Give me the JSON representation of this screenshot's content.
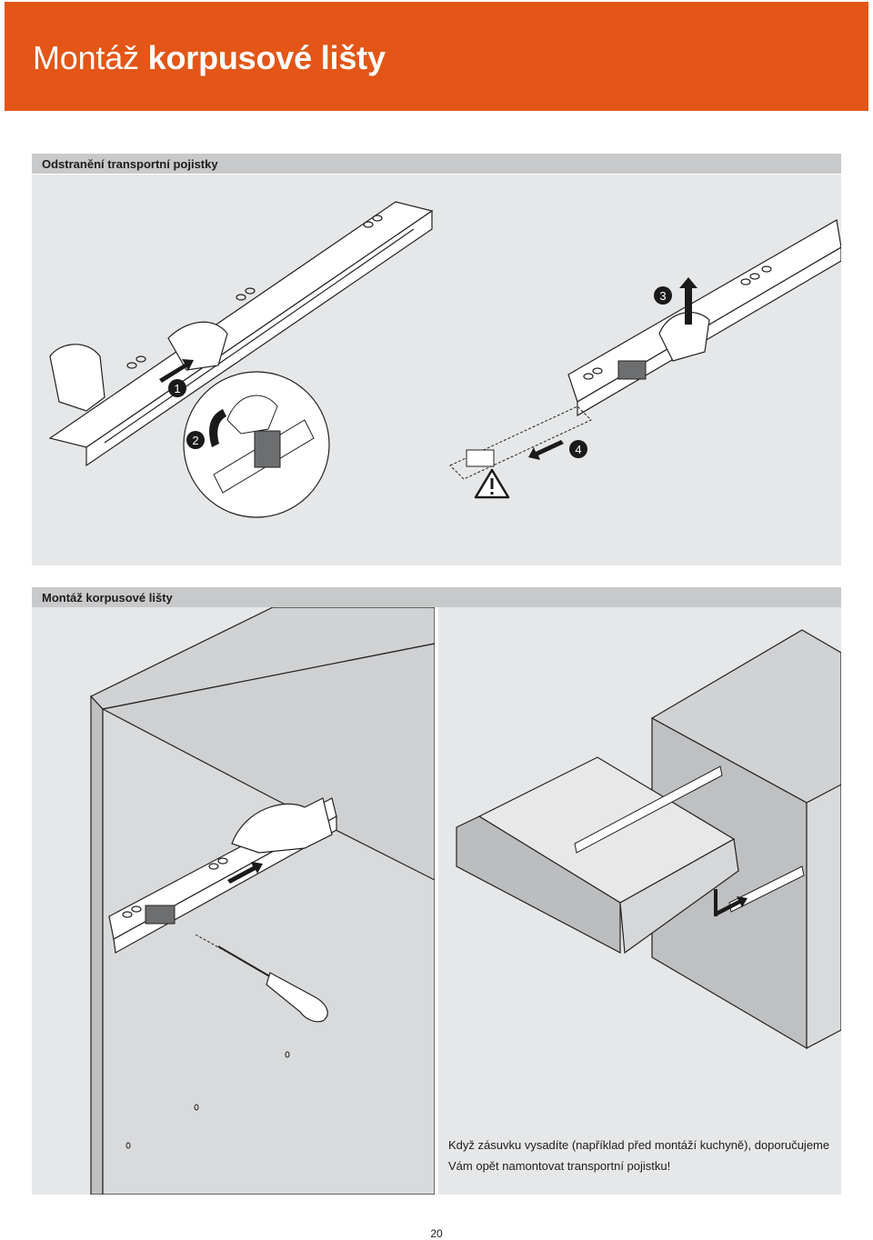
{
  "header": {
    "title_light": "Montáž",
    "title_bold": "korpusové lišty",
    "color": "#e35617"
  },
  "section1": {
    "title": "Odstranění transportní pojistky",
    "steps": [
      "1",
      "2",
      "3",
      "4"
    ],
    "warning_icon": "warning-triangle-icon"
  },
  "section2": {
    "title": "Montáž korpusové lišty",
    "note_line1": "Když zásuvku vysadíte (například před montáží kuchyně), doporučujeme",
    "note_line2": "Vám opět namontovat transportní pojistku!"
  },
  "page_number": "20"
}
